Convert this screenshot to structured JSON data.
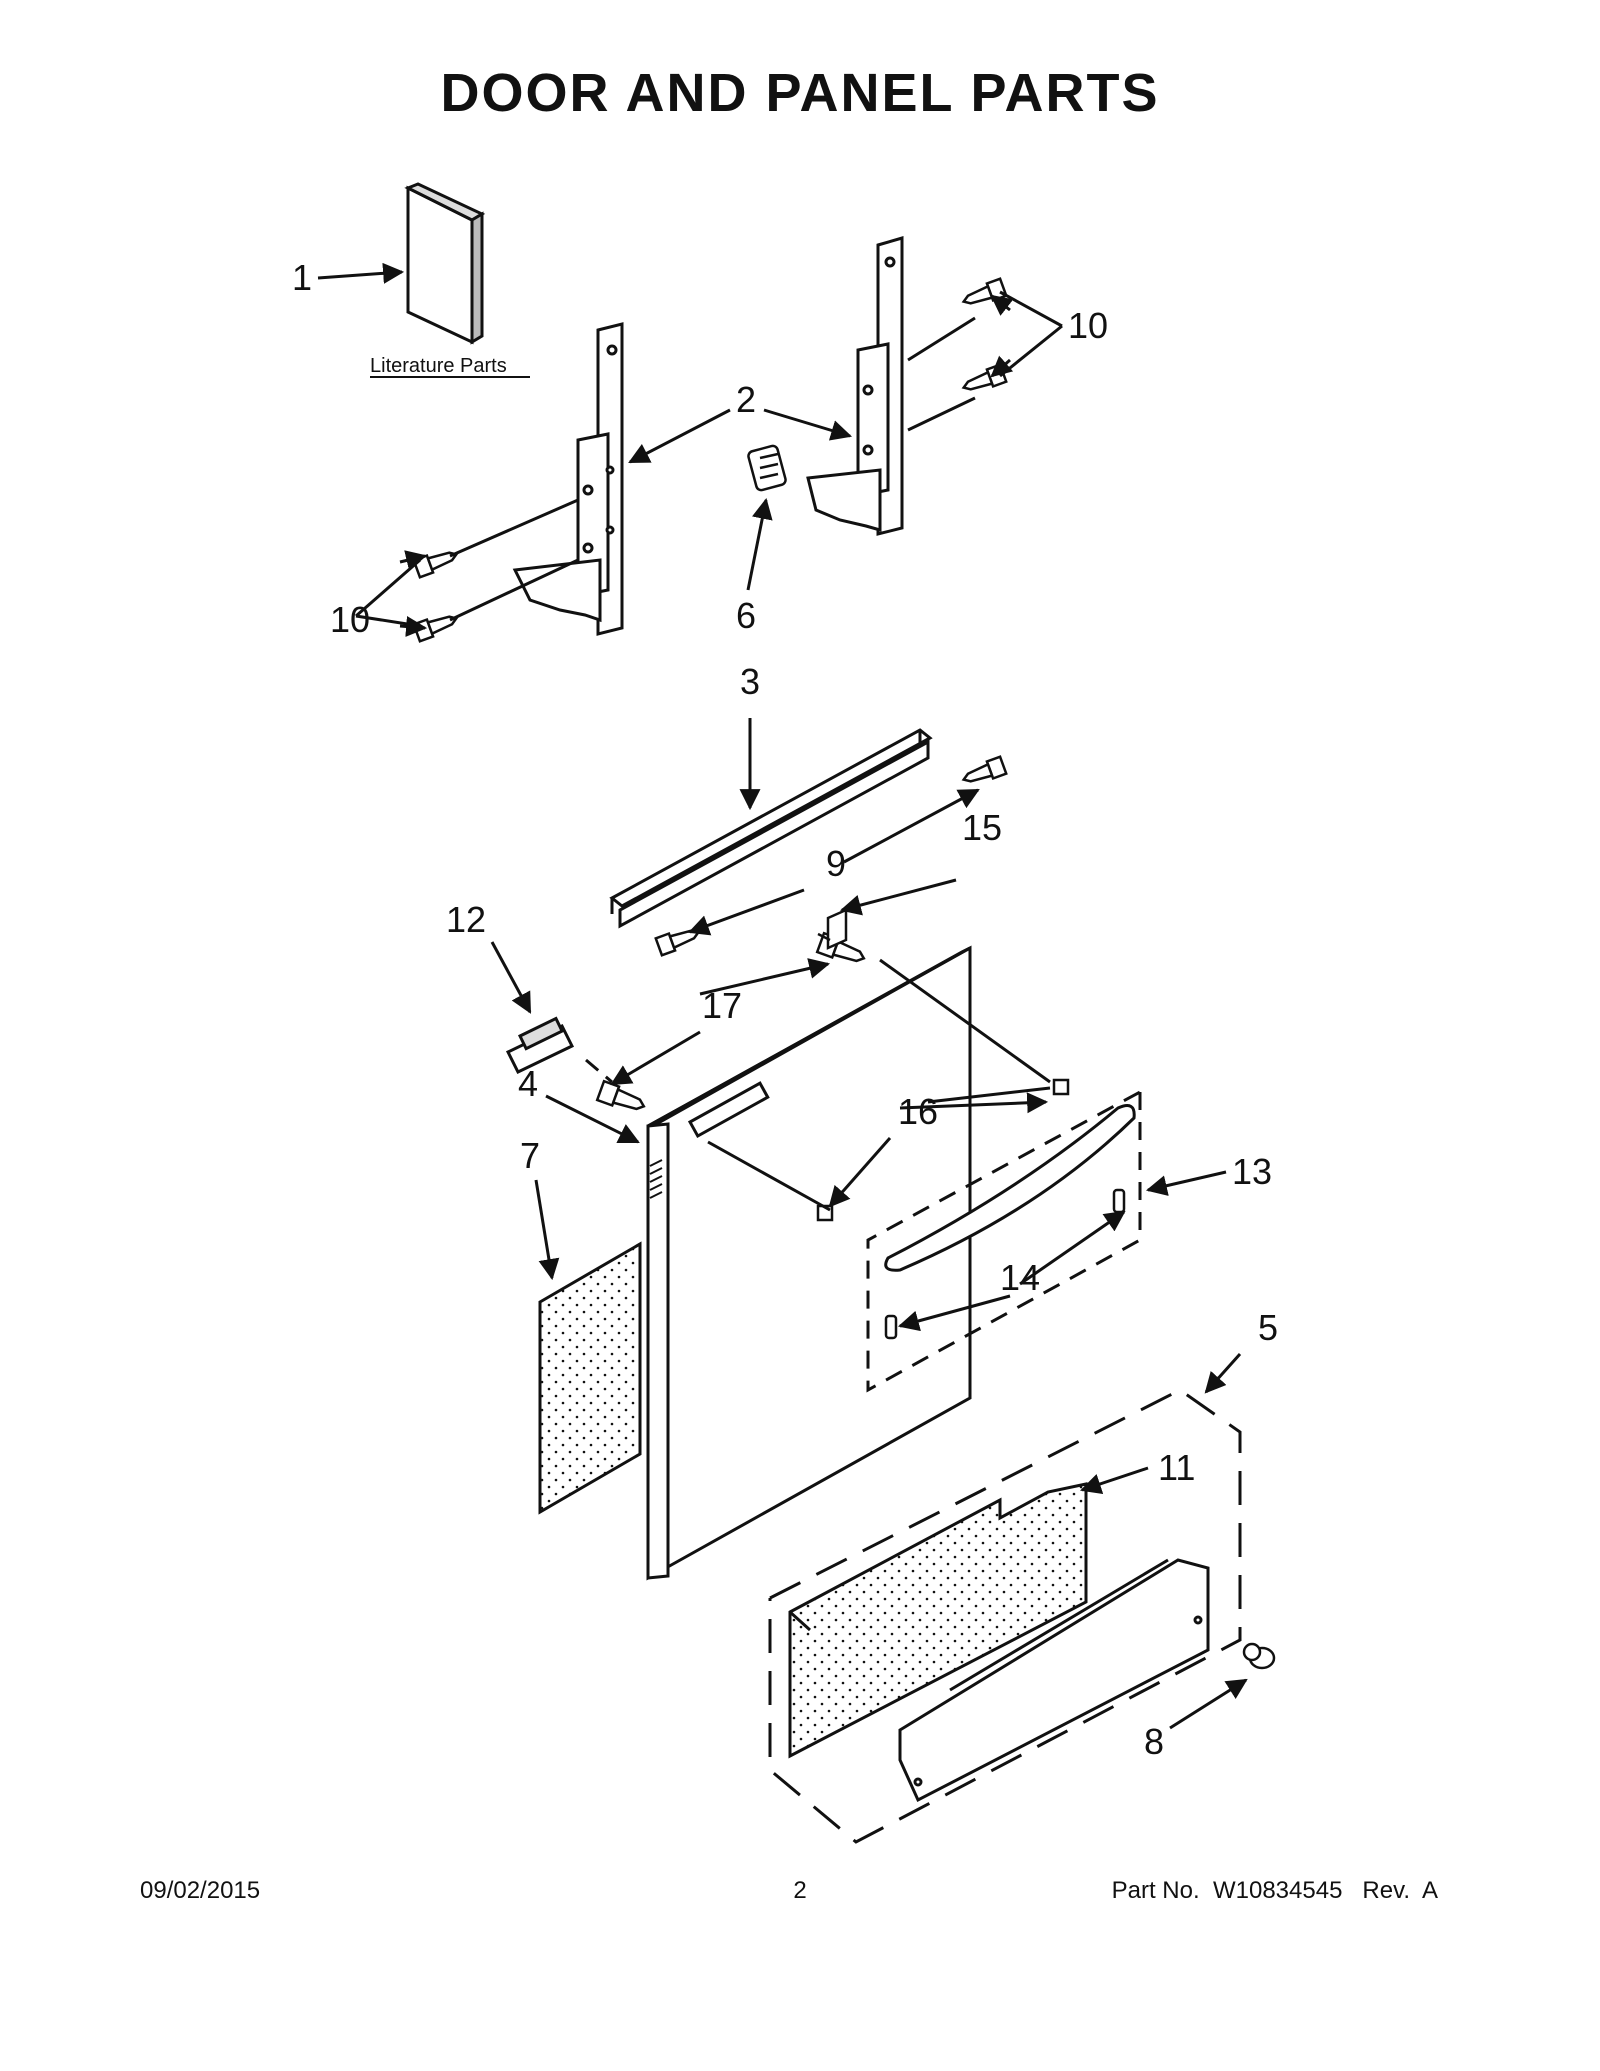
{
  "title": "DOOR AND PANEL PARTS",
  "literature_label": "Literature Parts",
  "callouts": {
    "c1": "1",
    "c2": "2",
    "c3": "3",
    "c4": "4",
    "c5": "5",
    "c6": "6",
    "c7": "7",
    "c8": "8",
    "c9": "9",
    "c10a": "10",
    "c10b": "10",
    "c11": "11",
    "c12": "12",
    "c13": "13",
    "c14": "14",
    "c15": "15",
    "c16": "16",
    "c17": "17"
  },
  "footer": {
    "date": "09/02/2015",
    "page": "2",
    "part_no": "Part No.  W10834545   Rev.  A"
  }
}
